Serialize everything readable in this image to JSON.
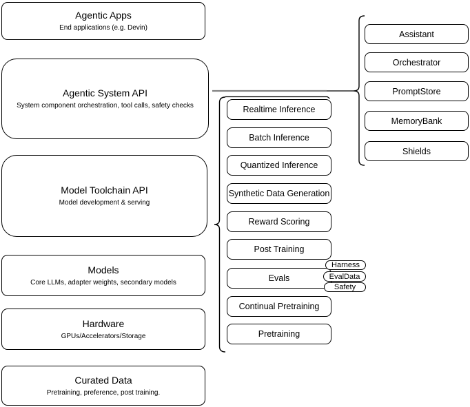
{
  "diagram": {
    "stack": [
      {
        "title": "Agentic Apps",
        "subtitle": "End applications (e.g. Devin)"
      },
      {
        "title": "Agentic System API",
        "subtitle": "System component orchestration, tool calls, safety checks"
      },
      {
        "title": "Model Toolchain API",
        "subtitle": "Model development & serving"
      },
      {
        "title": "Models",
        "subtitle": "Core LLMs, adapter weights, secondary models"
      },
      {
        "title": "Hardware",
        "subtitle": "GPUs/Accelerators/Storage"
      },
      {
        "title": "Curated Data",
        "subtitle": "Pretraining, preference, post training."
      }
    ],
    "toolchain_api_items": [
      "Realtime Inference",
      "Batch Inference",
      "Quantized Inference",
      "Synthetic Data Generation",
      "Reward Scoring",
      "Post Training",
      "Evals",
      "Continual Pretraining",
      "Pretraining"
    ],
    "evals_tags": [
      "Harness",
      "EvalData",
      "Safety"
    ],
    "system_api_components": [
      "Assistant",
      "Orchestrator",
      "PromptStore",
      "MemoryBank",
      "Shields"
    ],
    "colors": {
      "node_stroke": "#000000",
      "node_fill": "#ffffff",
      "connector_gray": "#808080",
      "text": "#000000",
      "background": "#ffffff"
    }
  }
}
